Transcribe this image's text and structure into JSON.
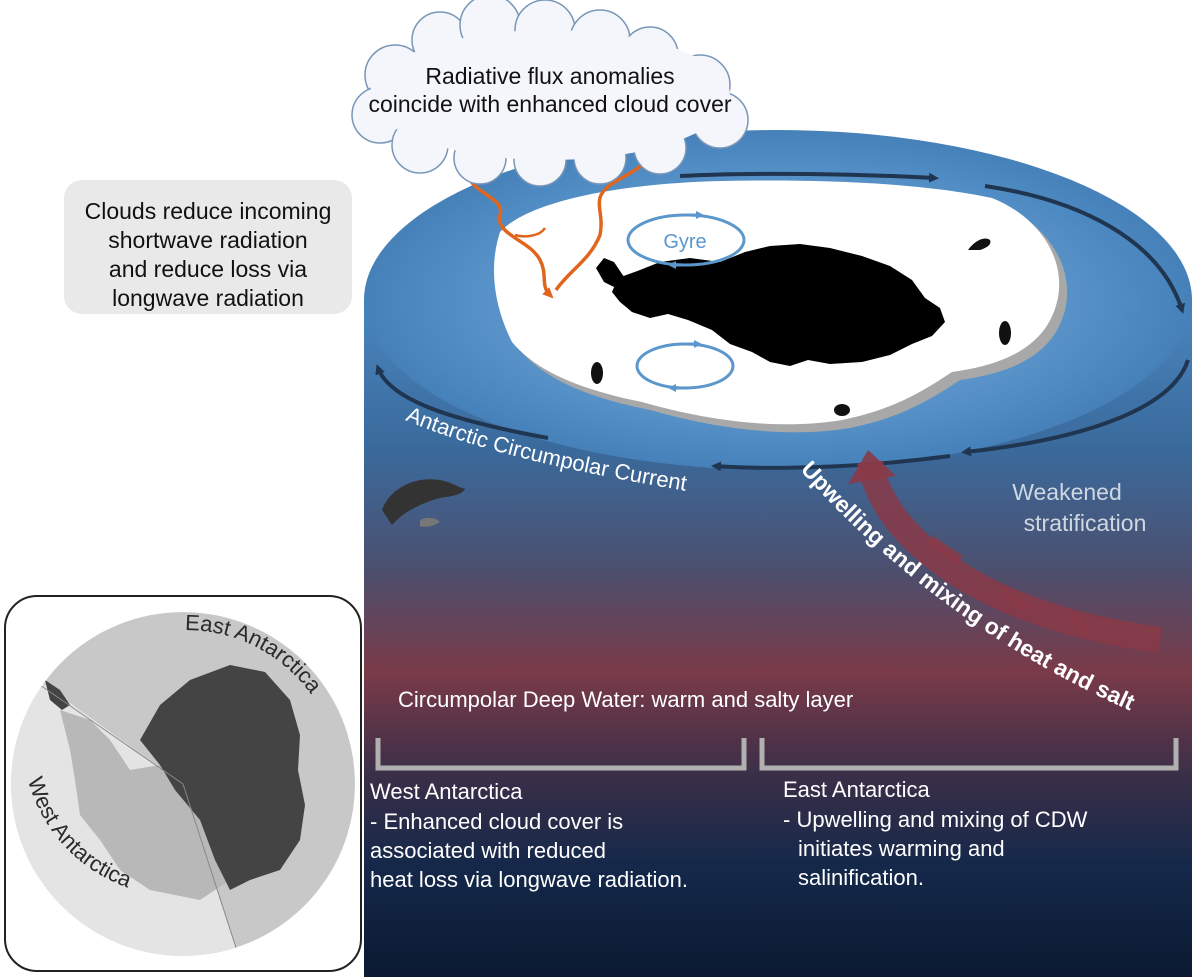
{
  "cloud": {
    "line1": "Radiative flux anomalies",
    "line2": "coincide with enhanced cloud cover"
  },
  "callout": {
    "line1": "Clouds reduce incoming",
    "line2": "shortwave radiation",
    "line3": "and reduce loss via",
    "line4": "longwave radiation"
  },
  "ocean": {
    "gyre_label": "Gyre",
    "current_label": "Antarctic Circumpolar Current",
    "stratification_line1": "Weakened",
    "stratification_line2": "stratification",
    "upwelling_label": "Upwelling and mixing of heat and salt",
    "cdw_label": "Circumpolar Deep Water: warm and salty layer"
  },
  "west": {
    "title": "West Antarctica",
    "line1": "- Enhanced cloud cover is",
    "line2": "associated with reduced",
    "line3": "heat loss via longwave radiation."
  },
  "east": {
    "title": "East Antarctica",
    "line1": "- Upwelling and mixing of CDW",
    "line2": "initiates warming and",
    "line3": "salinification."
  },
  "inset": {
    "east_label": "East Antarctica",
    "west_label": "West Antarctica"
  },
  "colors": {
    "ocean_top": "#4a86bf",
    "ocean_warm": "#7a3a48",
    "ocean_deep": "#0d1e36",
    "current_arrow": "#1f3550",
    "flux_arrow": "#e0661e",
    "upwelling_arrow": "#8a3a48",
    "gyre": "#5b97cc",
    "land": "#000000",
    "inset_east": "#c8c8c8",
    "inset_west": "#e4e4e4",
    "inset_land": "#444444"
  }
}
